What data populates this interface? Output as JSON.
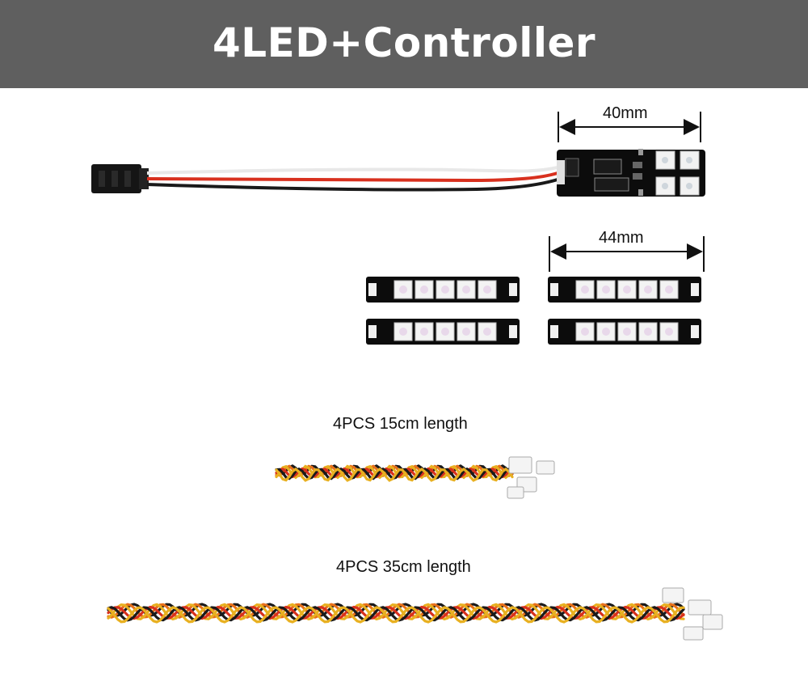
{
  "banner": {
    "title": "4LED+Controller",
    "background": "#5f5f5f"
  },
  "dimensions": {
    "controller_width": "40mm",
    "strip_width": "44mm"
  },
  "cables": {
    "short_caption": "4PCS 15cm length",
    "long_caption": "4PCS 35cm length"
  },
  "icons": [
    "servo-connector-icon",
    "controller-board-icon",
    "led-strip-icon",
    "twisted-cable-icon"
  ],
  "colors": {
    "wire_red": "#d8301e",
    "wire_orange": "#e8701a",
    "wire_yellow": "#e8b020",
    "wire_black": "#1a1a1a",
    "pcb": "#0c0c0c"
  }
}
